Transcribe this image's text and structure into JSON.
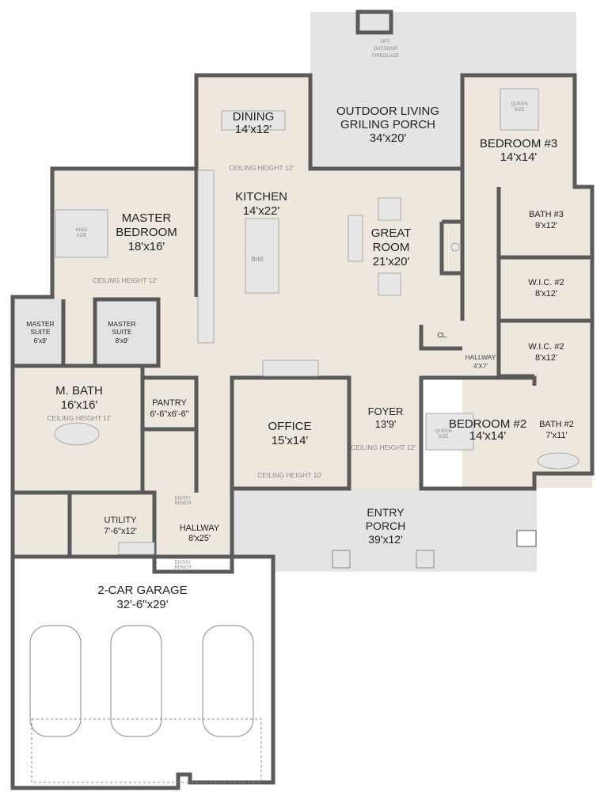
{
  "colors": {
    "room_fill": "#ede7dd",
    "porch_fill": "#e4e4e4",
    "wall": "#5a5a5a"
  },
  "rooms": {
    "outdoor_fireplace": {
      "line1": "OPT.",
      "line2": "OUTDOOR",
      "line3": "FIREOLACE"
    },
    "outdoor_porch": {
      "line1": "OUTDOOR LIVING",
      "line2": "GRILING PORCH",
      "size": "34'x20'"
    },
    "dining": {
      "name": "DINING",
      "size": "14'x12'",
      "ceiling": "CEILING HEIGHT  12'"
    },
    "bedroom3": {
      "name": "BEDROOM #3",
      "size": "14'x14'",
      "bed_line1": "QUEEN",
      "bed_line2": "SIZE"
    },
    "kitchen": {
      "name": "KITCHEN",
      "size": "14'x22'",
      "brkf": "Brkf."
    },
    "master_bedroom": {
      "line1": "MASTER",
      "line2": "BEDROOM",
      "size": "18'x16'",
      "ceiling": "CEILING HEIGHT  12'",
      "bed_line1": "KING",
      "bed_line2": "SIZE"
    },
    "great_room": {
      "line1": "GREAT",
      "line2": "ROOM",
      "size": "21'x20'"
    },
    "bath3": {
      "name": "BATH #3",
      "size": "9'x12'"
    },
    "wic_a": {
      "name": "W.I.C. #2",
      "size": "8'x12'"
    },
    "wic_b": {
      "name": "W.I.C. #2",
      "size": "8'x12'"
    },
    "closet": {
      "name": "CL."
    },
    "hallway_small": {
      "name": "HALLWAY",
      "size": "4'X7'"
    },
    "master_suite_a": {
      "line1": "MASTER",
      "line2": "SUITE",
      "size": "6'x9'"
    },
    "master_suite_b": {
      "line1": "MASTER",
      "line2": "SUITE",
      "size": "8'x9'"
    },
    "master_bath": {
      "name": "M. BATH",
      "size": "16'x16'",
      "ceiling": "CEILING HEIGHT  11'"
    },
    "pantry": {
      "name": "PANTRY",
      "size": "6'-6\"x6'-6\""
    },
    "office": {
      "name": "OFFICE",
      "size": "15'x14'",
      "ceiling": "CEILING HEIGHT  10'"
    },
    "foyer": {
      "name": "FOYER",
      "size": "13'9'",
      "ceiling": "CEILING HEIGHT  12'"
    },
    "bedroom2": {
      "name": "BEDROOM #2",
      "size": "14'x14'",
      "bed_line1": "QUEEN",
      "bed_line2": "SIZE"
    },
    "bath2": {
      "name": "BATH #2",
      "size": "7'x11'"
    },
    "entry_porch": {
      "line1": "ENTRY",
      "line2": "PORCH",
      "size": "39'x12'"
    },
    "utility": {
      "name": "UTILITY",
      "size": "7'-6\"x12'"
    },
    "hallway": {
      "name": "HALLWAY",
      "size": "8'x25'"
    },
    "entry_bench_a": {
      "line1": "ENTRY",
      "line2": "BENCH"
    },
    "entry_bench_b": {
      "line1": "ENTRY",
      "line2": "BENCH"
    },
    "garage": {
      "name": "2-CAR GARAGE",
      "size": "32'-6\"x29'"
    }
  }
}
